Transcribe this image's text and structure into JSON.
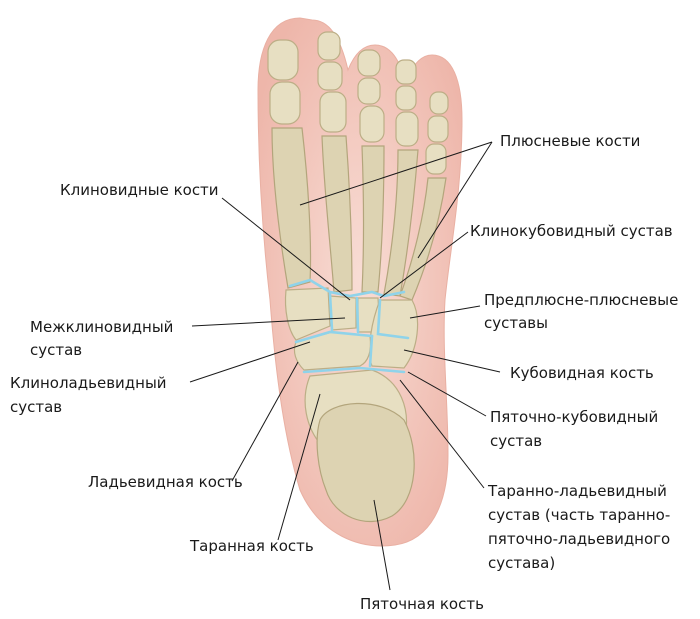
{
  "labels": {
    "metatarsals": "Плюсневые кости",
    "cuneiform_bones": "Клиновидные кости",
    "cuneocuboid_joint": "Клинокубовидный сустав",
    "tarsometatarsal_line1": "Предплюсне-плюсневые",
    "tarsometatarsal_line2": "суставы",
    "intercuneiform_line1": "Межклиновидный",
    "intercuneiform_line2": "сустав",
    "cuneonavicular_line1": "Клиноладьевидный",
    "cuneonavicular_line2": "сустав",
    "cuboid_bone": "Кубовидная кость",
    "calcaneocuboid_line1": "Пяточно-кубовидный",
    "calcaneocuboid_line2": "сустав",
    "navicular_bone": "Ладьевидная кость",
    "talonavicular_line1": "Таранно-ладьевидный",
    "talonavicular_line2": "сустав (часть таранно-",
    "talonavicular_line3": "пяточно-ладьевидного",
    "talonavicular_line4": "сустава)",
    "talus": "Таранная кость",
    "calcaneus": "Пяточная кость"
  },
  "colors": {
    "skin": "#f3c7bd",
    "bone": "#e7dfc2",
    "joint": "#8fd3ea"
  }
}
